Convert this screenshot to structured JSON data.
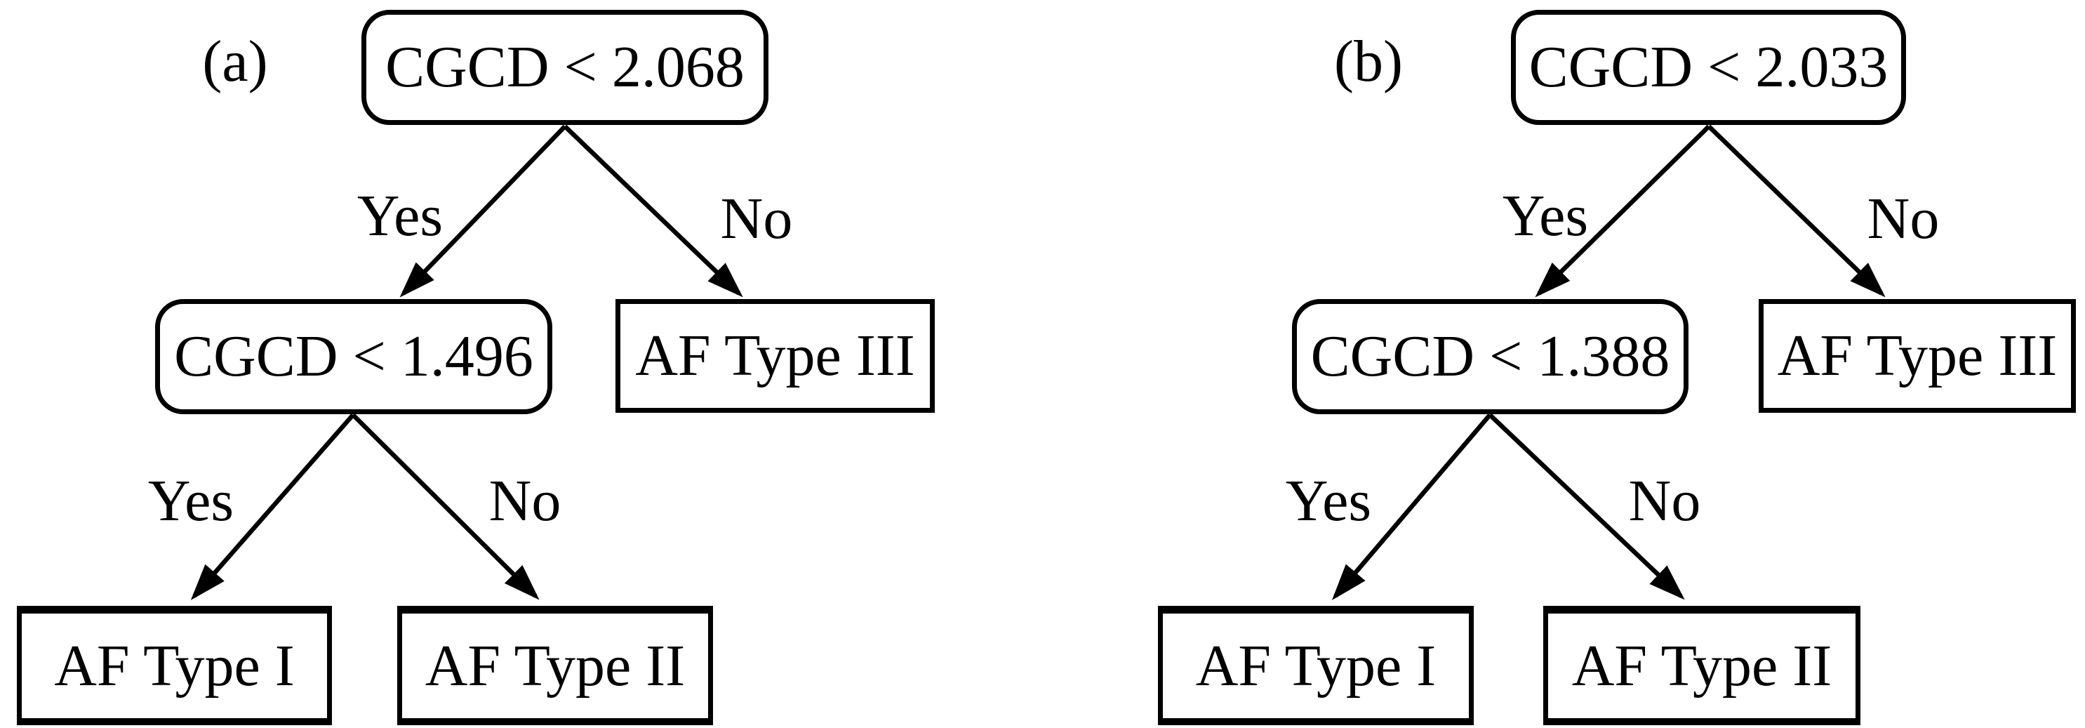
{
  "figure": {
    "background_color": "#ffffff",
    "ink_color": "#000000",
    "panels": [
      {
        "caption": "(a)",
        "nodes": {
          "root": "CGCD < 2.068",
          "internal": "CGCD < 1.496",
          "leaf_iii": "AF Type III",
          "leaf_i": "AF Type I",
          "leaf_ii": "AF Type II"
        },
        "edges": {
          "root_yes": "Yes",
          "root_no": "No",
          "internal_yes": "Yes",
          "internal_no": "No"
        }
      },
      {
        "caption": "(b)",
        "nodes": {
          "root": "CGCD < 2.033",
          "internal": "CGCD < 1.388",
          "leaf_iii": "AF Type III",
          "leaf_i": "AF Type I",
          "leaf_ii": "AF Type II"
        },
        "edges": {
          "root_yes": "Yes",
          "root_no": "No",
          "internal_yes": "Yes",
          "internal_no": "No"
        }
      }
    ]
  }
}
